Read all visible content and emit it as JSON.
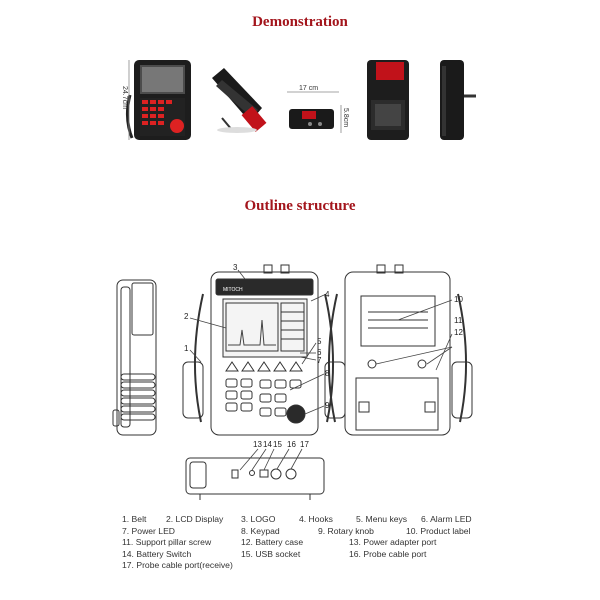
{
  "titles": {
    "demonstration": "Demonstration",
    "outline": "Outline structure"
  },
  "dimensions": {
    "height": "24.7cm",
    "width": "17 cm",
    "depth": "5.8cm"
  },
  "device": {
    "brand": "MITOCH"
  },
  "callout_numbers": [
    "1",
    "2",
    "3",
    "4",
    "5",
    "6",
    "7",
    "8",
    "9",
    "10",
    "11",
    "12",
    "13",
    "14",
    "15",
    "16",
    "17"
  ],
  "legend": [
    "1. Belt",
    "2. LCD Display",
    "3. LOGO",
    "4. Hooks",
    "5. Menu keys",
    "6. Alarm LED",
    "7. Power LED",
    "8. Keypad",
    "9. Rotary knob",
    "10. Product label",
    "11. Support pillar screw",
    "12. Battery case",
    "13. Power adapter port",
    "14. Battery Switch",
    "15. USB socket",
    "16. Probe cable port",
    "17. Probe cable port(receive)"
  ]
}
